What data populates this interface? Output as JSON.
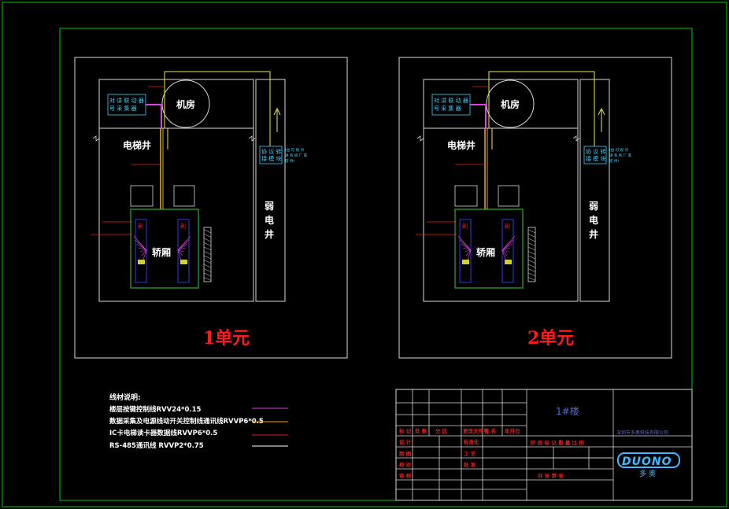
{
  "colors": {
    "frame": "#00c800",
    "wall": "#d8d8d8",
    "yellow": "#e8e850",
    "orange": "#ffa500",
    "magenta": "#e040e0",
    "red": "#e02020",
    "blue": "#3030c0",
    "cyan": "#40d0ff",
    "title_red": "#ff1a1a",
    "text": "#ffffff",
    "logo": "#40b8ff"
  },
  "units": [
    {
      "machine_room": "机房",
      "elevator_shaft": "电梯井",
      "car": "轿厢",
      "weak_shaft": "弱\n电\n井",
      "sensor_label": "对 讲 联 动 器\n号 采 集 器",
      "converter_label": "协 议 转\n接 模 块",
      "side_note": "(由 可 视 对\n讲 系 统 厂 家\n提 供)",
      "panel_left": "刷",
      "panel_right": "刷",
      "title": "1单元"
    },
    {
      "machine_room": "机房",
      "elevator_shaft": "电梯井",
      "car": "轿厢",
      "weak_shaft": "弱\n电\n井",
      "sensor_label": "对 讲 联 动 器\n号 采 集 器",
      "converter_label": "协 议 转\n接 模 块",
      "side_note": "(由 可 视 对\n讲 系 统 厂 家\n提 供)",
      "panel_left": "刷",
      "panel_right": "刷",
      "title": "2单元"
    }
  ],
  "legend": {
    "heading": "线材说明:",
    "items": [
      {
        "text": "楼层按键控制线RVV24*0.15",
        "color": "#e040e0"
      },
      {
        "text": "数据采集及电源线动开关控制线通讯线RVVP6*0.5",
        "color": "#ffa500"
      },
      {
        "text": "IC卡电梯读卡器数据线RVVP6*0.5",
        "color": "#e02020"
      },
      {
        "text": "RS-485通讯线 RVVP2*0.75",
        "color": "#ffffff"
      }
    ]
  },
  "title_block": {
    "building": "1#楼",
    "company": "深圳市多奥科技有限公司",
    "logo_text": "DUONO",
    "logo_sub": "多  奥",
    "header_cells": [
      "标 记",
      "处 数",
      "分 区",
      "更改文件号",
      "签 名",
      "年月日"
    ],
    "row_labels": [
      "设 计",
      "制 图",
      "校 对",
      "审 核"
    ],
    "mid_labels": [
      "标准化",
      "工 艺",
      "批 准"
    ],
    "stage_row": "阶 段 标 记      重 量     比 例",
    "bottom_row": "共  张    第  张"
  }
}
